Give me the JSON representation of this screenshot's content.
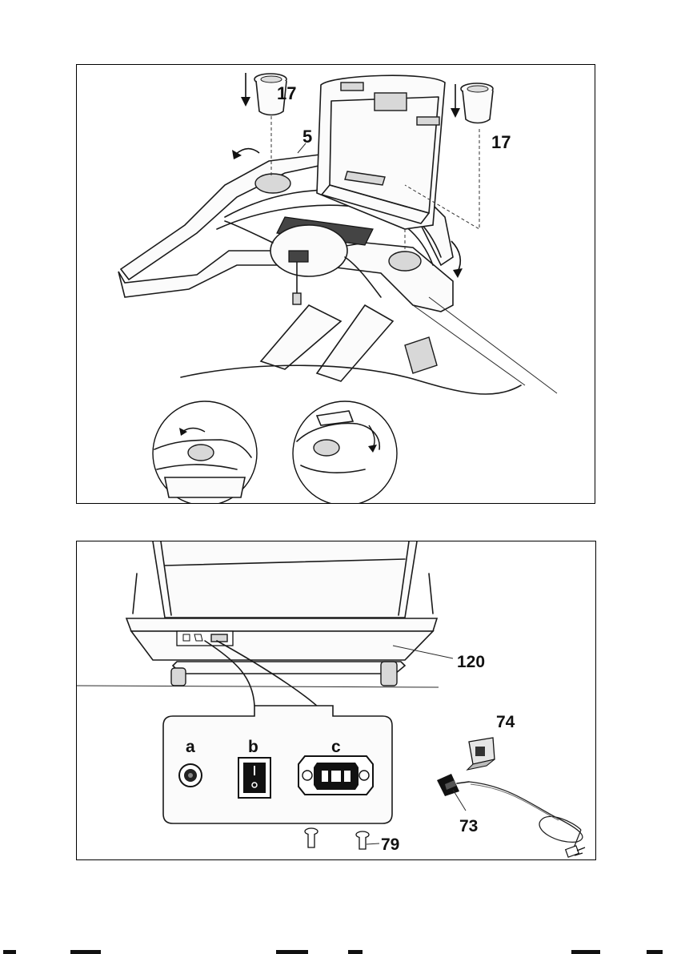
{
  "top_figure": {
    "labels": {
      "cup_holder_left": "17",
      "cup_holder_right": "17",
      "console_part": "5"
    }
  },
  "bottom_figure": {
    "labels": {
      "frame_part": "120",
      "switch_cover": "74",
      "power_cord": "73",
      "screw": "79",
      "detail_a": "a",
      "detail_b": "b",
      "detail_c": "c"
    }
  }
}
